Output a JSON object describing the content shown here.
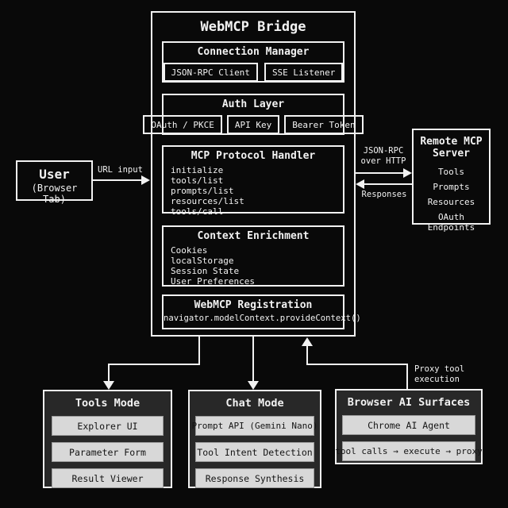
{
  "bridge": {
    "title": "WebMCP Bridge",
    "connection_manager": {
      "title": "Connection Manager",
      "items": [
        "JSON-RPC Client",
        "SSE Listener"
      ]
    },
    "auth_layer": {
      "title": "Auth Layer",
      "items": [
        "OAuth / PKCE",
        "API Key",
        "Bearer Token"
      ]
    },
    "protocol_handler": {
      "title": "MCP Protocol Handler",
      "methods": [
        "initialize",
        "tools/list",
        "prompts/list",
        "resources/list",
        "tools/call"
      ]
    },
    "context_enrichment": {
      "title": "Context Enrichment",
      "items": [
        "Cookies",
        "localStorage",
        "Session State",
        "User Preferences"
      ]
    },
    "registration": {
      "title": "WebMCP Registration",
      "code": "navigator.modelContext.provideContext()"
    }
  },
  "user": {
    "line1": "User",
    "line2": "(Browser Tab)"
  },
  "remote_server": {
    "title": "Remote MCP Server",
    "items": [
      "Tools",
      "Prompts",
      "Resources",
      "OAuth Endpoints"
    ]
  },
  "labels": {
    "url_input": "URL input",
    "json_rpc_over_http": "JSON-RPC over HTTP",
    "responses": "Responses",
    "proxy_tool_execution": "Proxy tool execution"
  },
  "tools_mode": {
    "title": "Tools Mode",
    "buttons": [
      "Explorer UI",
      "Parameter Form",
      "Result Viewer"
    ]
  },
  "chat_mode": {
    "title": "Chat Mode",
    "buttons": [
      "Prompt API (Gemini Nano)",
      "Tool Intent Detection",
      "Response Synthesis"
    ]
  },
  "browser_ai": {
    "title": "Browser AI Surfaces",
    "buttons": [
      "Chrome AI Agent",
      "tool calls → execute → proxy"
    ]
  },
  "colors": {
    "background": "#090909",
    "line": "#f2f2f2",
    "panel_fill": "#282828",
    "button_fill": "#d8d8d8",
    "button_text": "#141414"
  }
}
